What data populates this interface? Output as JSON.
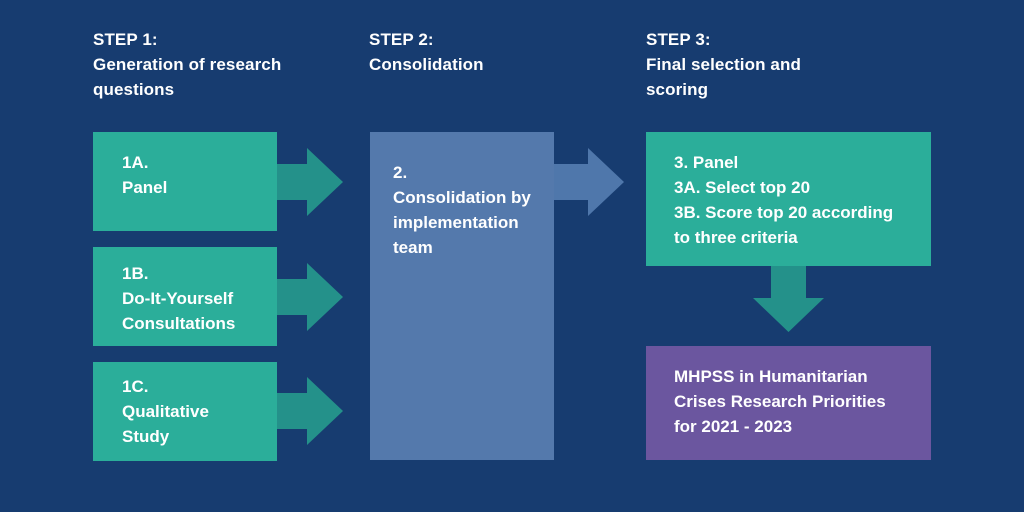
{
  "colors": {
    "background": "#173c70",
    "teal": "#2bae9a",
    "teal_arrow": "#24918a",
    "blue_box": "#5479ac",
    "blue_arrow": "#4f77ab",
    "purple": "#6b569f"
  },
  "steps": [
    {
      "lines": [
        "STEP 1:",
        "Generation of research",
        "questions"
      ]
    },
    {
      "lines": [
        "STEP 2:",
        "Consolidation"
      ]
    },
    {
      "lines": [
        "STEP 3:",
        "Final selection and",
        "scoring"
      ]
    }
  ],
  "boxes": {
    "b1a": {
      "lines": [
        "1A.",
        "Panel"
      ]
    },
    "b1b": {
      "lines": [
        "1B.",
        "Do-It-Yourself",
        "Consultations"
      ]
    },
    "b1c": {
      "lines": [
        "1C.",
        "Qualitative",
        "Study"
      ]
    },
    "b2": {
      "lines": [
        "2.",
        "Consolidation by",
        "implementation",
        "team"
      ]
    },
    "b3": {
      "lines": [
        "3. Panel",
        "3A. Select top 20",
        "3B. Score top 20 according",
        "to three criteria"
      ]
    },
    "result": {
      "lines": [
        "MHPSS in Humanitarian",
        "Crises Research Priorities",
        "for 2021 - 2023"
      ]
    }
  },
  "icons": {
    "arrow_1a": "right-arrow-icon",
    "arrow_1b": "right-arrow-icon",
    "arrow_1c": "right-arrow-icon",
    "arrow_2": "right-arrow-icon",
    "arrow_3": "down-arrow-icon"
  }
}
